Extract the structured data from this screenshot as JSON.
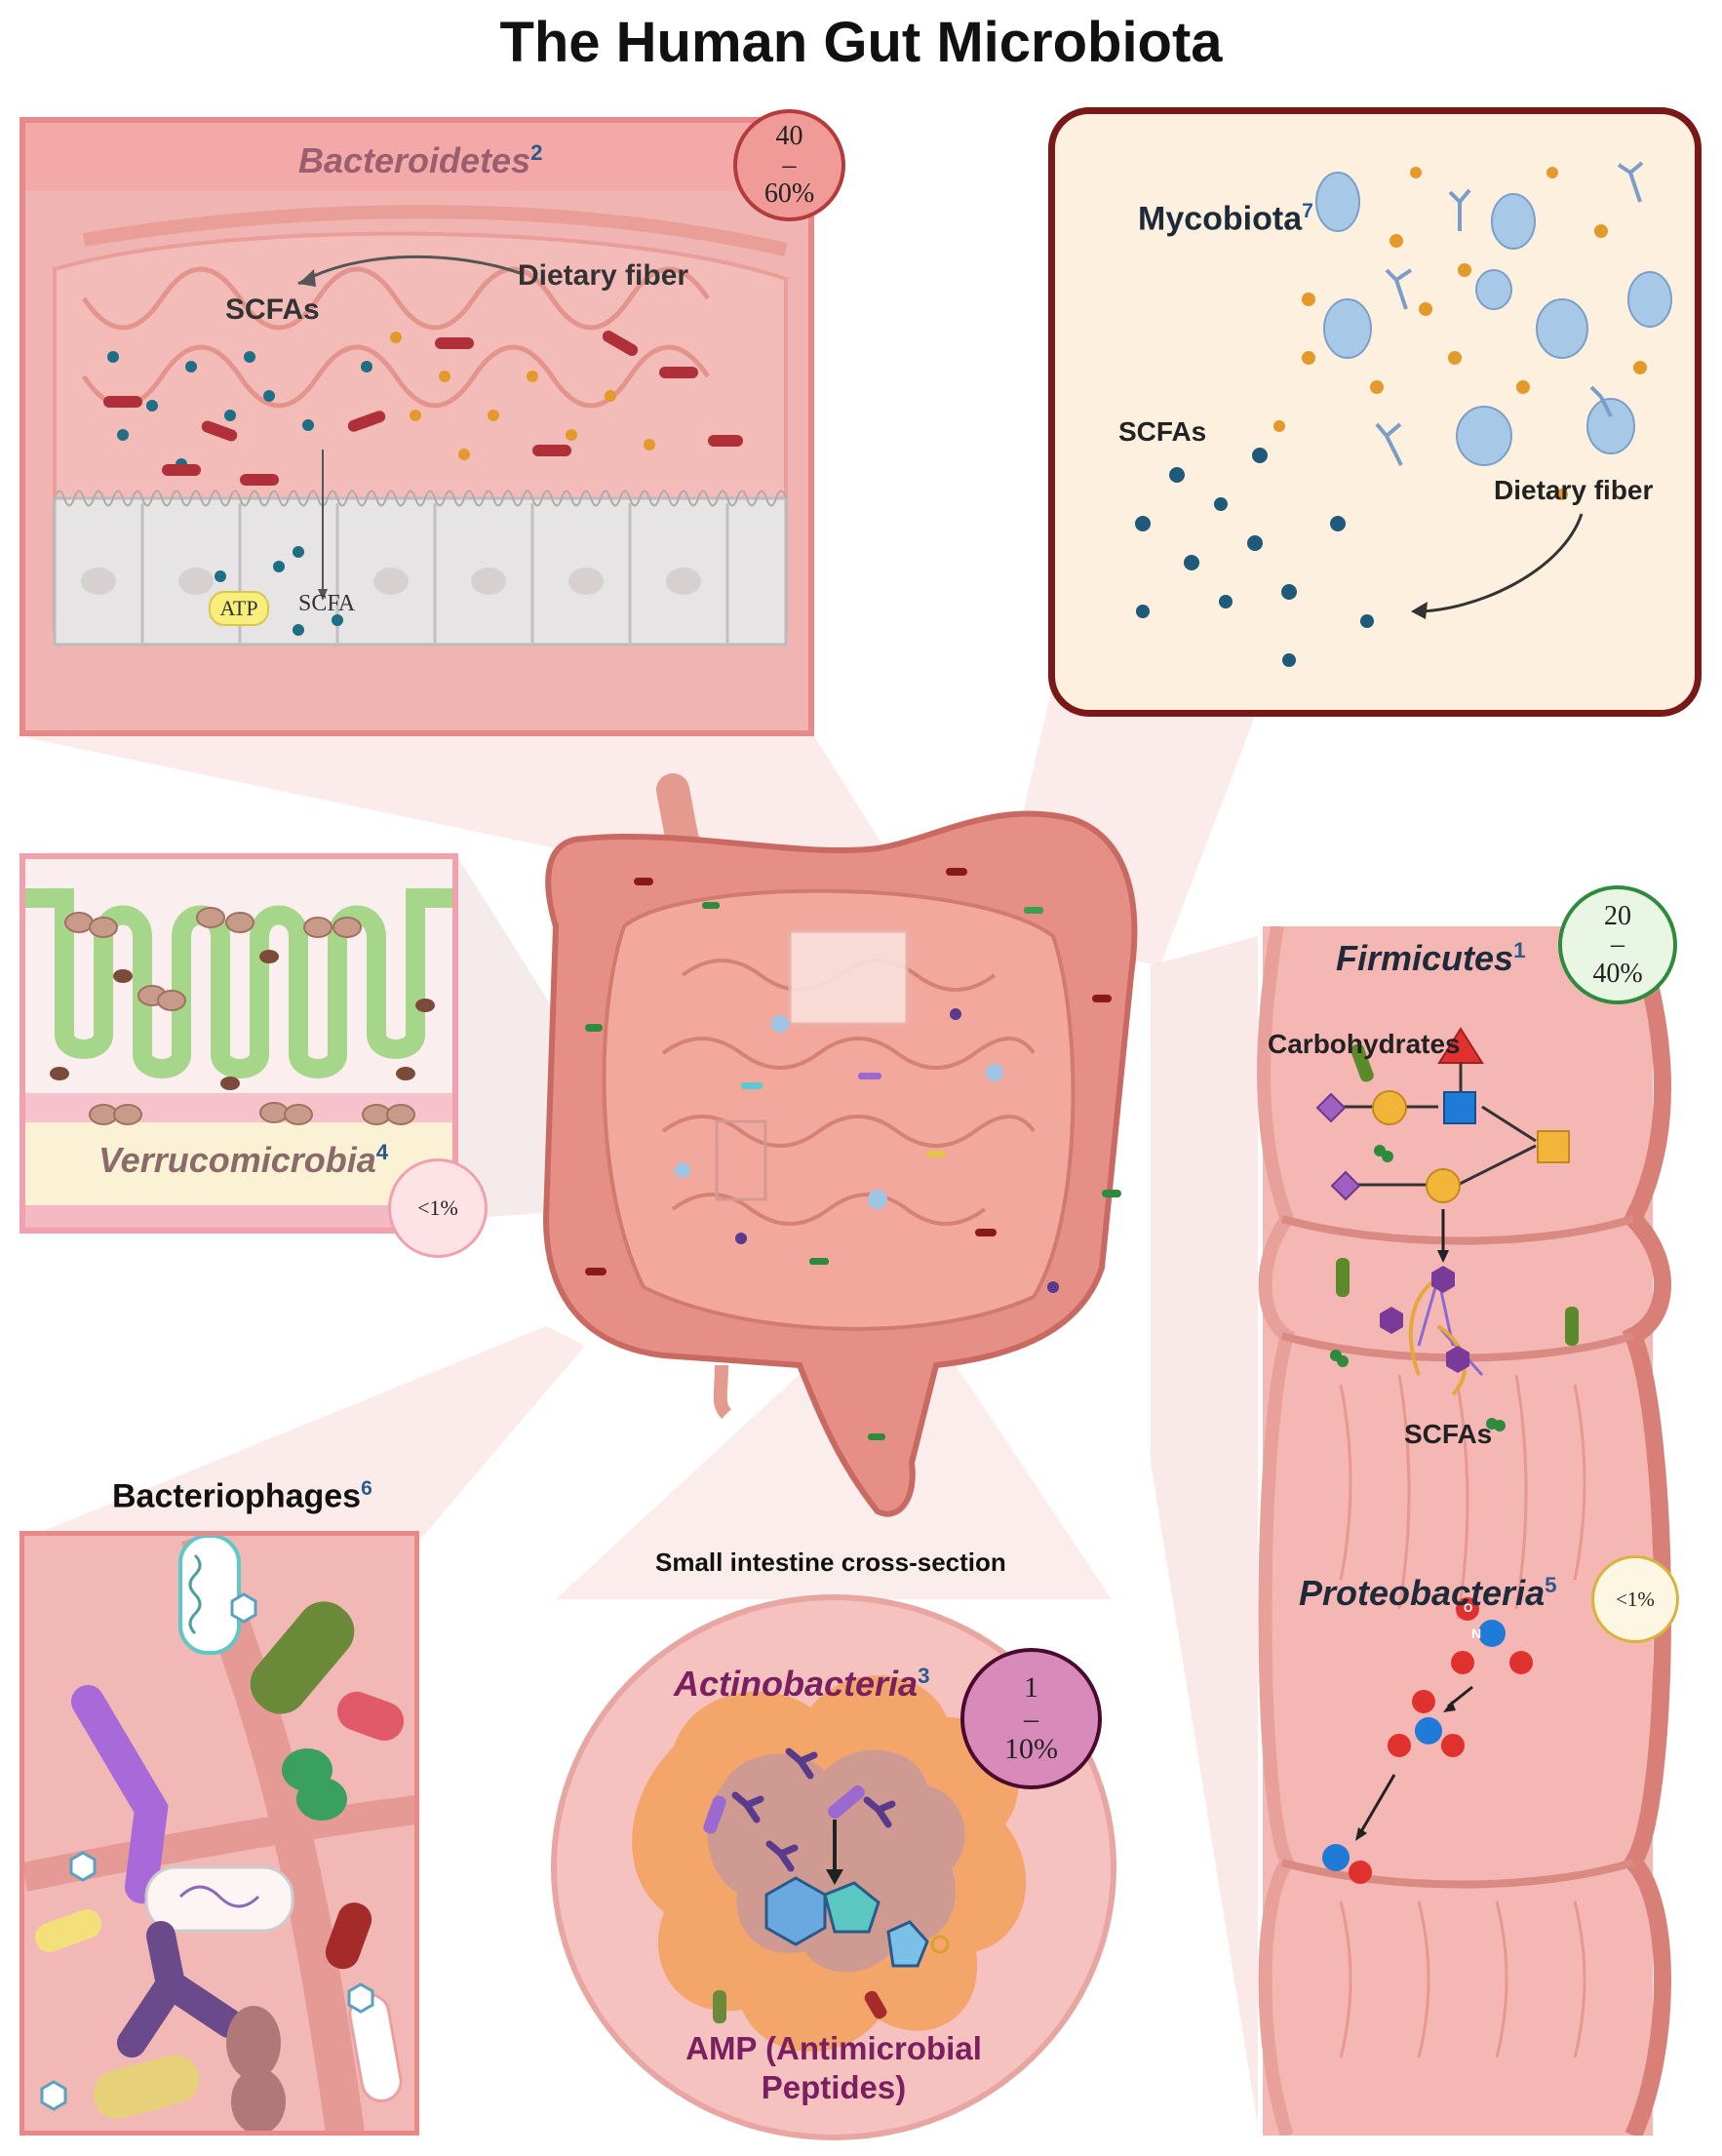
{
  "title": "The Human Gut Microbiota",
  "colors": {
    "bacteroidetes": "#e98888",
    "mycobiota_border": "#7a1818",
    "firmicutes": "#2e8b3e",
    "proteobacteria": "#d8b53a",
    "actinobacteria": "#7a2060",
    "verrucomicrobia": "#f1a0ad",
    "tissue": "#f3b3b0",
    "scfa_dot": "#1e6e86",
    "fiber_dot": "#e49a2a"
  },
  "bacteroidetes": {
    "name": "Bacteroidetes",
    "ref": "2",
    "badge": {
      "top": "40",
      "dash": "–",
      "bottom": "60%"
    },
    "dietary_fiber": "Dietary fiber",
    "scfas": "SCFAs",
    "atp": "ATP",
    "scfa": "SCFA"
  },
  "mycobiota": {
    "name": "Mycobiota",
    "ref": "7",
    "scfas": "SCFAs",
    "dietary_fiber": "Dietary fiber"
  },
  "verrucomicrobia": {
    "name": "Verrucomicrobia",
    "ref": "4",
    "badge": {
      "value": "<1%"
    }
  },
  "firmicutes": {
    "name": "Firmicutes",
    "ref": "1",
    "badge": {
      "top": "20",
      "dash": "–",
      "bottom": "40%"
    },
    "carbohydrates": "Carbohydrates",
    "scfas": "SCFAs"
  },
  "proteobacteria": {
    "name": "Proteobacteria",
    "ref": "5",
    "badge": {
      "value": "<1%"
    },
    "atom_n": "N",
    "atom_o": "O"
  },
  "bacteriophages": {
    "name": "Bacteriophages",
    "ref": "6"
  },
  "actinobacteria": {
    "section_title": "Small intestine cross-section",
    "name": "Actinobacteria",
    "ref": "3",
    "badge": {
      "top": "1",
      "dash": "–",
      "bottom": "10%"
    },
    "amp_line1": "AMP (Antimicrobial",
    "amp_line2": "Peptides)"
  }
}
